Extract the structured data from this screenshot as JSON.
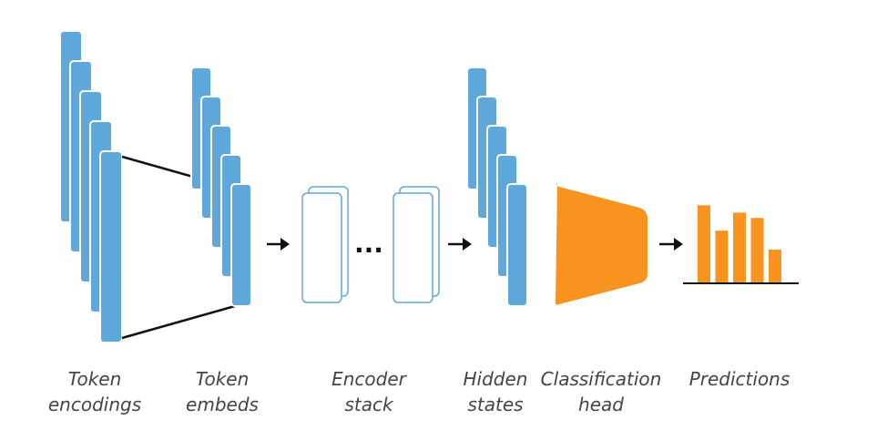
{
  "colors": {
    "token_bar": "#5fa8dc",
    "token_bar_edge": "#ffffff",
    "encoder_outline": "#5fa8dc",
    "head": "#f7931e",
    "prediction_bar": "#f7931e",
    "line": "#111111",
    "label_text": "#444444"
  },
  "stages": {
    "token_encodings": {
      "line1": "Token",
      "line2": "encodings",
      "icon": "stacked-vectors"
    },
    "token_embeds": {
      "line1": "Token",
      "line2": "embeds",
      "icon": "stacked-vectors"
    },
    "encoder_stack": {
      "line1": "Encoder",
      "line2": "stack",
      "icon": "encoder-blocks",
      "ellipsis": "..."
    },
    "hidden_states": {
      "line1": "Hidden",
      "line2": "states",
      "icon": "stacked-vectors"
    },
    "classification_head": {
      "line1": "Classification",
      "line2": "head",
      "icon": "trapezoid"
    },
    "predictions": {
      "line1": "Predictions",
      "line2": "",
      "icon": "bar-chart"
    }
  },
  "predictions_levels": [
    0.73,
    0.49,
    0.66,
    0.61,
    0.31
  ]
}
